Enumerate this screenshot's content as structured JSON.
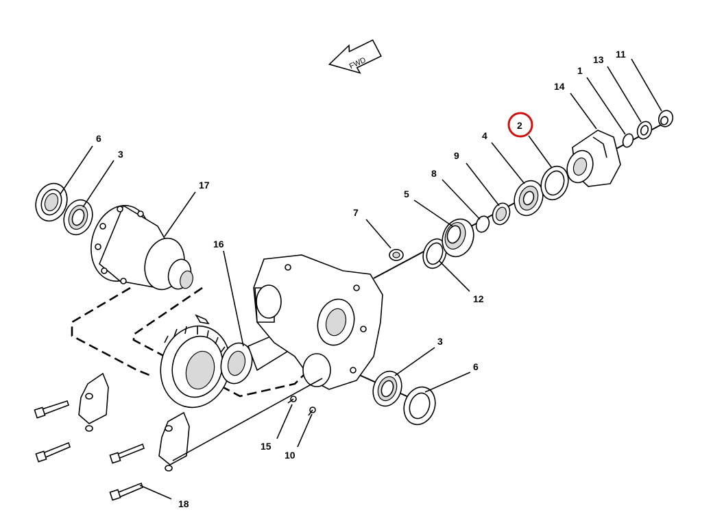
{
  "direction_label": "FWD",
  "highlight_color": "#d10f0f",
  "callouts": {
    "c1": "1",
    "c2": "2",
    "c3a": "3",
    "c3b": "3",
    "c4": "4",
    "c5": "5",
    "c6a": "6",
    "c6b": "6",
    "c7": "7",
    "c8": "8",
    "c9": "9",
    "c10": "10",
    "c11": "11",
    "c12": "12",
    "c13": "13",
    "c14": "14",
    "c15": "15",
    "c16": "16",
    "c17": "17",
    "c18": "18"
  }
}
